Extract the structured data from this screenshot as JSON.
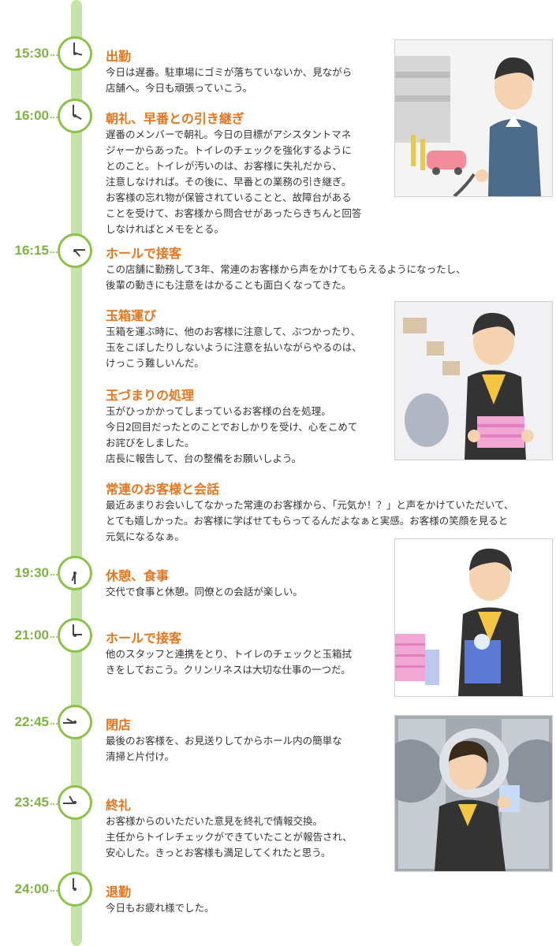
{
  "entries": [
    {
      "time": "15:30",
      "title": "出勤",
      "text": "今日は遅番。駐車場にゴミが落ちていないか、見ながら\n店舗へ。今日も頑張っていこう。"
    },
    {
      "time": "16:00",
      "title": "朝礼、早番との引き継ぎ",
      "text": "遅番のメンバーで朝礼。今日の目標がアシスタントマネ\nジャーからあった。トイレのチェックを強化するように\nとのこと。トイレが汚いのは、お客様に失礼だから、\n注意しなければ。その後に、早番との業務の引き継ぎ。\nお客様の忘れ物が保管されていることと、故障台がある\nことを受けて、お客様から問合せがあったらきちんと回答\nしなければとメモをとる。"
    },
    {
      "time": "16:15",
      "title": "ホールで接客",
      "text": "この店舗に勤務して3年、常連のお客様から声をかけてもらえるようになったし、\n後輩の動きにも注意をはかることも面白くなってきた。"
    },
    {
      "time": "",
      "title": "玉箱運び",
      "text": "玉箱を運ぶ時に、他のお客様に注意して、ぶつかったり、\n玉をこぼしたりしないように注意を払いながらやるのは、\nけっこう難しいんだ。"
    },
    {
      "time": "",
      "title": "玉づまりの処理",
      "text": "玉がひっかかってしまっているお客様の台を処理。\n今日2回目だったとのことでおしかりを受け、心をこめて\nお詫びをしました。\n店長に報告して、台の整備をお願いしよう。"
    },
    {
      "time": "",
      "title": "常連のお客様と会話",
      "text": "最近あまりお会いしてなかった常連のお客様から、「元気か！？」と声をかけていただいて、\nとても嬉しかった。お客様に学ばせてもらってるんだよなぁと実感。お客様の笑顔を見ると\n元気になるなぁ。"
    },
    {
      "time": "19:30",
      "title": "休憩、食事",
      "text": "交代で食事と休憩。同僚との会話が楽しい。"
    },
    {
      "time": "21:00",
      "title": "ホールで接客",
      "text": "他のスタッフと連携をとり、トイレのチェックと玉箱拭\nきをしておこう。クリンリネスは大切な仕事の一つだ。"
    },
    {
      "time": "22:45",
      "title": "閉店",
      "text": "最後のお客様を、お見送りしてからホール内の簡単な\n清掃と片付け。"
    },
    {
      "time": "23:45",
      "title": "終礼",
      "text": "お客様からのいただいた意見を終礼で情報交換。\n主任からトイレチェックができていたことが報告され、\n安心した。きっとお客様も満足してくれたと思う。"
    },
    {
      "time": "24:00",
      "title": "退勤",
      "text": "今日もお疲れ様でした。"
    }
  ],
  "illustrations": [
    {
      "icon": "commute-illustration-icon"
    },
    {
      "icon": "box-carrying-illustration-icon"
    },
    {
      "icon": "box-wiping-illustration-icon"
    },
    {
      "icon": "machine-cleaning-illustration-icon"
    }
  ],
  "colors": {
    "accent": "#e8741c",
    "time": "#7cb342",
    "rail": "#c5e3a8",
    "clock": "#8bc34a"
  }
}
